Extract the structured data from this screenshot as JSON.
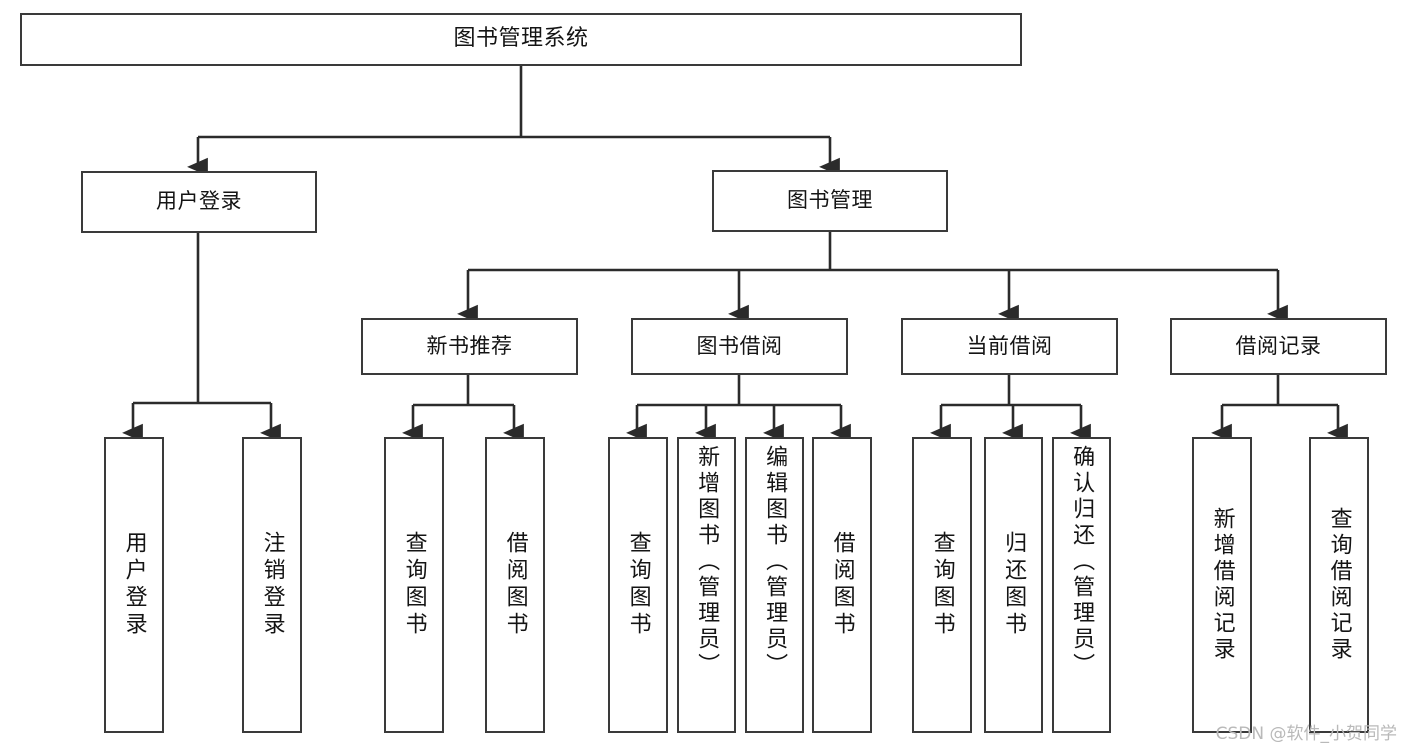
{
  "diagram": {
    "type": "tree",
    "title": "图书管理系统",
    "orientation": "top-down",
    "colors": {
      "box_border": "#3a3a3a",
      "box_fill": "#ffffff",
      "connector": "#2b2b2b",
      "text": "#141414",
      "watermark": "#b9b9b9",
      "background": "#ffffff"
    },
    "root": {
      "label": "图书管理系统"
    },
    "level2": [
      {
        "label": "用户登录"
      },
      {
        "label": "图书管理"
      }
    ],
    "level3": [
      {
        "label": "新书推荐"
      },
      {
        "label": "图书借阅"
      },
      {
        "label": "当前借阅"
      },
      {
        "label": "借阅记录"
      }
    ],
    "leaves": {
      "user_login": [
        {
          "label": "用户登录"
        },
        {
          "label": "注销登录"
        }
      ],
      "new_book": [
        {
          "label": "查询图书"
        },
        {
          "label": "借阅图书"
        }
      ],
      "book_borrow": [
        {
          "label": "查询图书"
        },
        {
          "label": "新增图书（管理员）"
        },
        {
          "label": "编辑图书（管理员）"
        },
        {
          "label": "借阅图书"
        }
      ],
      "current_borrow": [
        {
          "label": "查询图书"
        },
        {
          "label": "归还图书"
        },
        {
          "label": "确认归还（管理员）"
        }
      ],
      "borrow_record": [
        {
          "label": "新增借阅记录"
        },
        {
          "label": "查询借阅记录"
        }
      ]
    }
  },
  "watermark": {
    "text": "CSDN @软件_小贺同学"
  }
}
